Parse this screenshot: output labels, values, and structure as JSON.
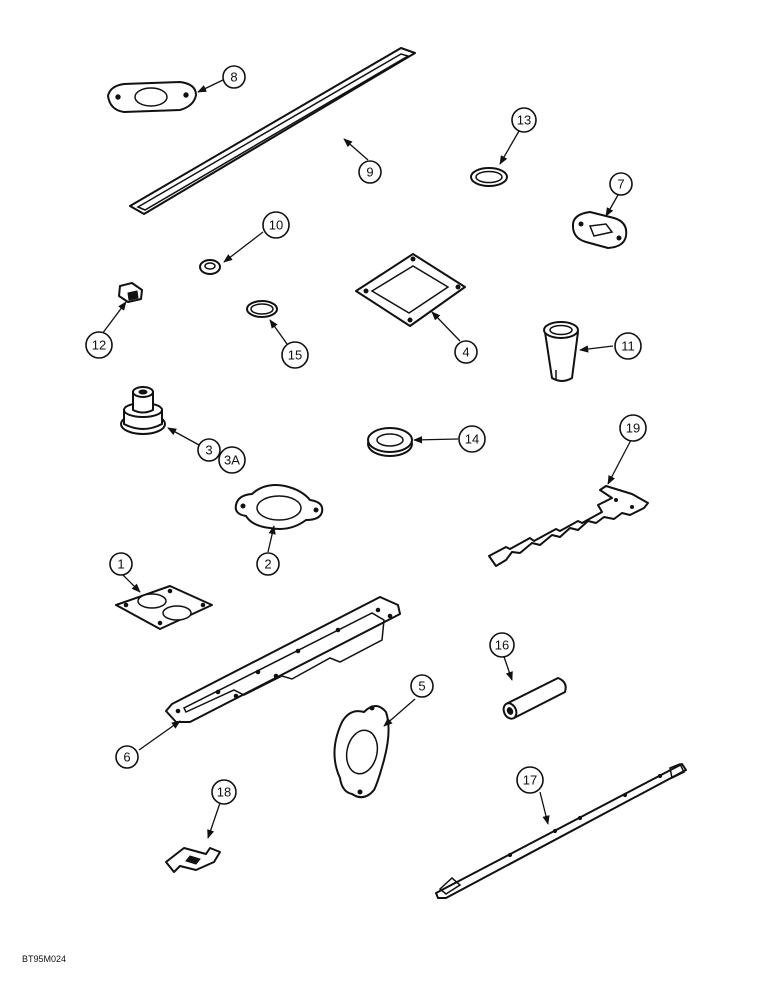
{
  "callouts": {
    "c1": "1",
    "c2": "2",
    "c3": "3",
    "c3a": "3A",
    "c4": "4",
    "c5": "5",
    "c6": "6",
    "c7": "7",
    "c8": "8",
    "c9": "9",
    "c10": "10",
    "c11": "11",
    "c12": "12",
    "c13": "13",
    "c14": "14",
    "c15": "15",
    "c16": "16",
    "c17": "17",
    "c18": "18",
    "c19": "19"
  },
  "doc_code": "BT95M024",
  "colors": {
    "ink": "#111111",
    "paper": "#ffffff"
  }
}
